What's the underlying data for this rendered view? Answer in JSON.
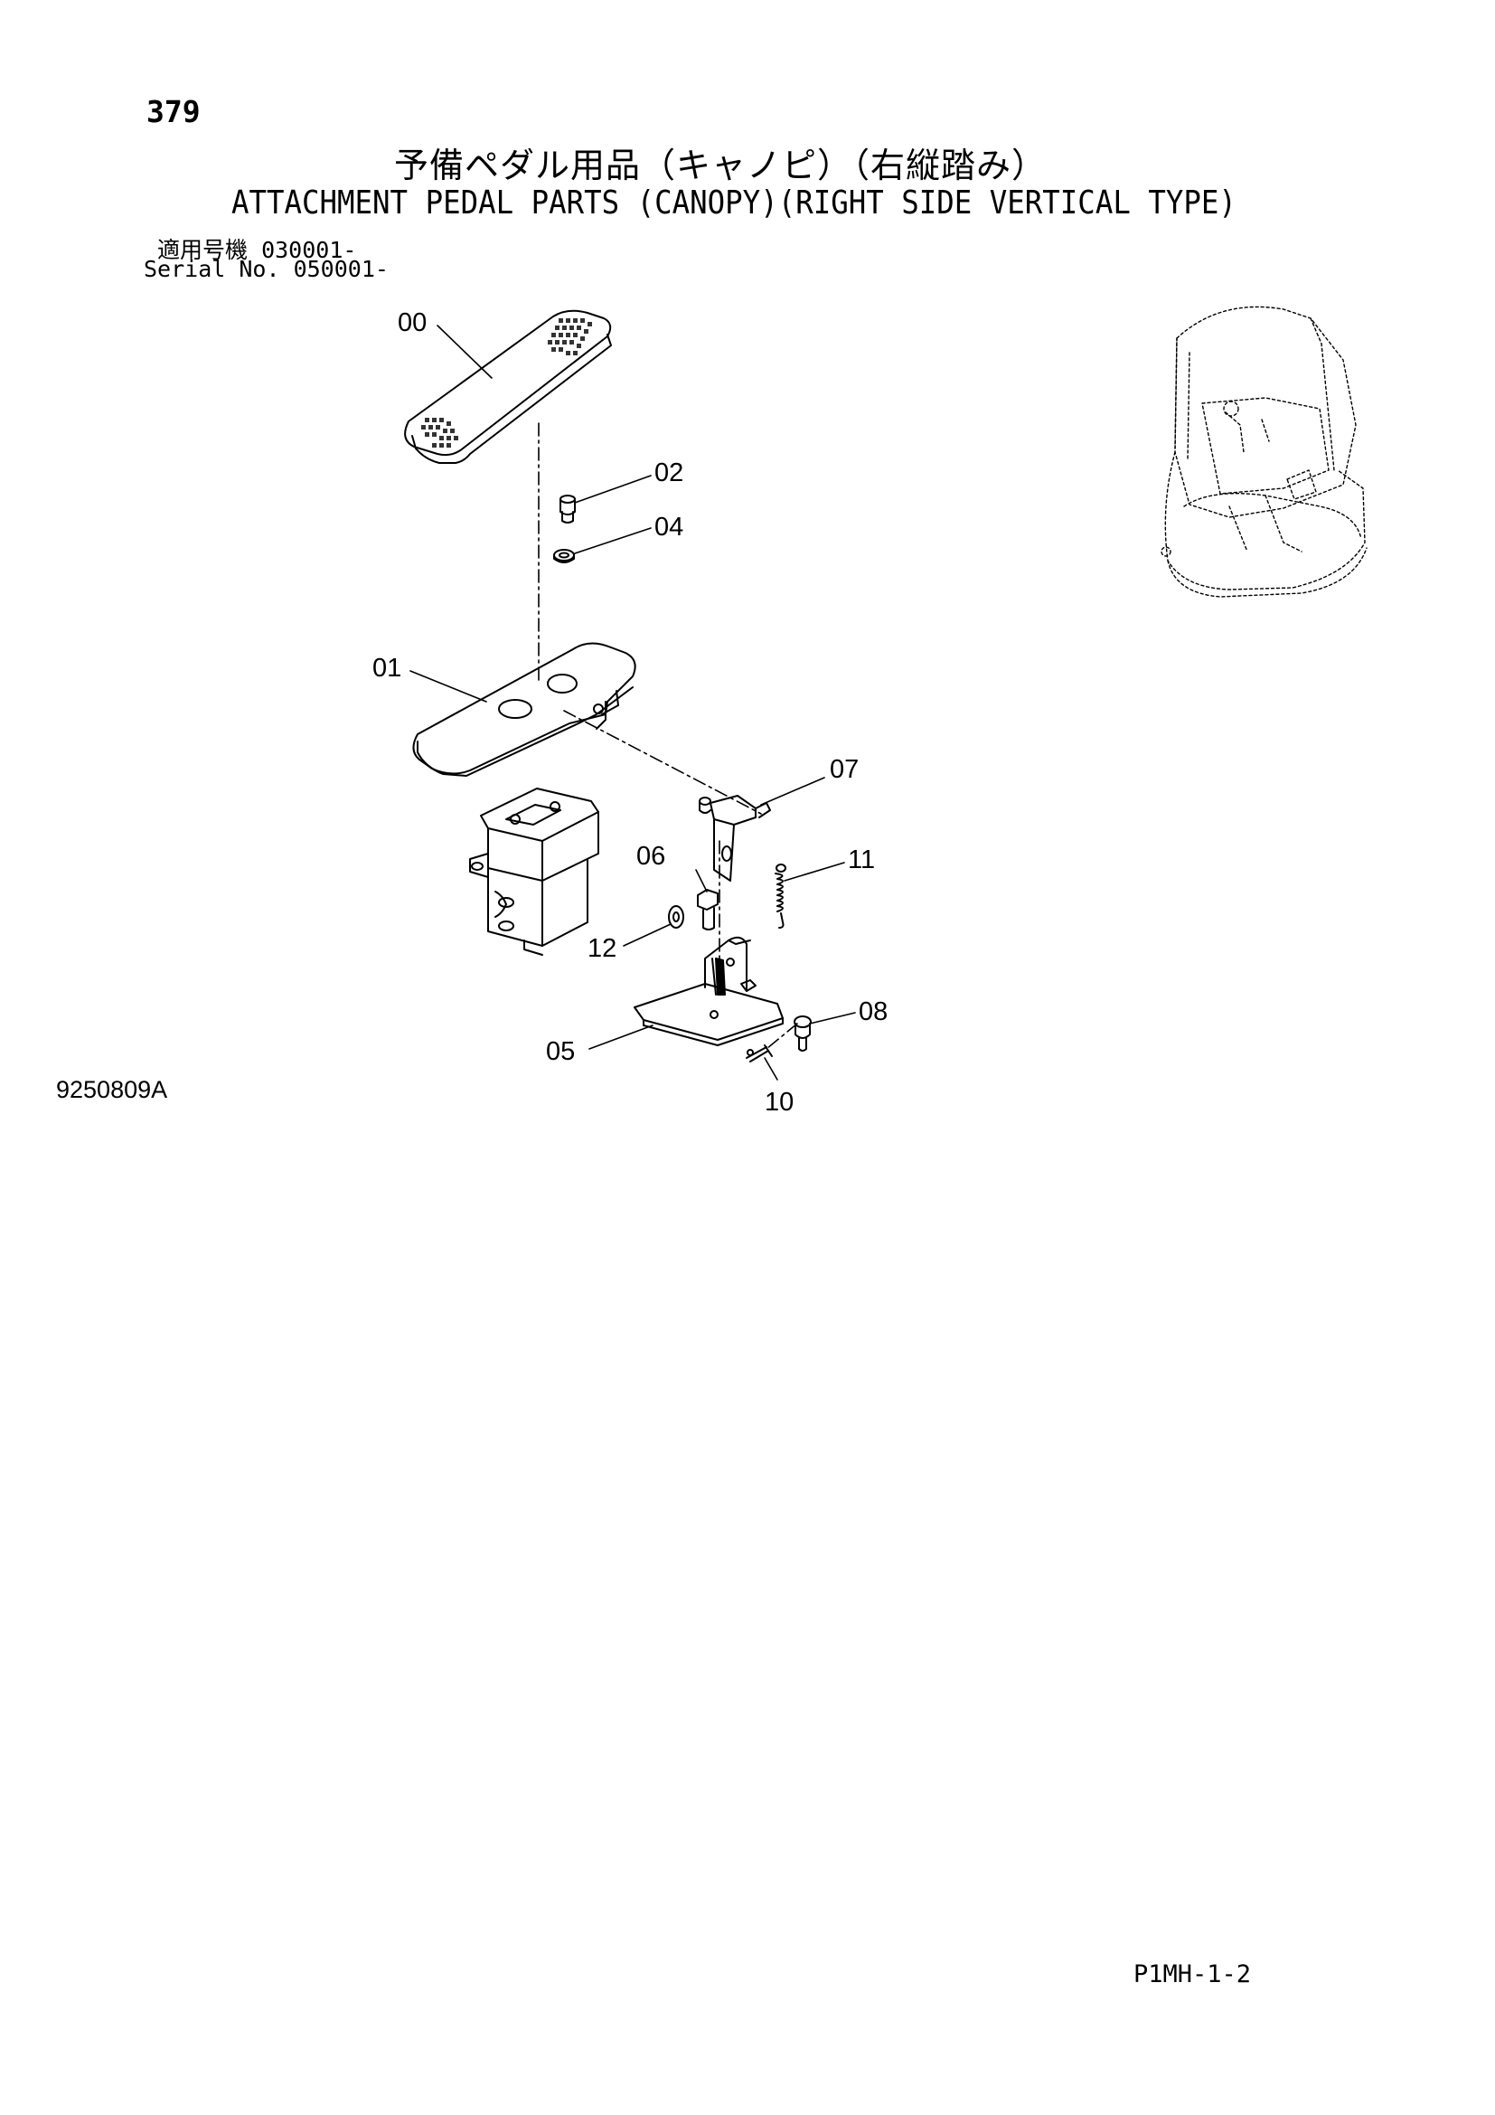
{
  "header": {
    "page_number": "379",
    "title_jp": "予備ペダル用品（キャノピ）（右縦踏み）",
    "title_en": "ATTACHMENT PEDAL PARTS (CANOPY)(RIGHT SIDE VERTICAL TYPE)",
    "serial_jp_label": "適用号機",
    "serial_jp_value": "030001-",
    "serial_en_label": "Serial No.",
    "serial_en_value": "050001-"
  },
  "callouts": [
    "00",
    "02",
    "04",
    "01",
    "07",
    "11",
    "06",
    "12",
    "08",
    "05",
    "10"
  ],
  "footer": {
    "drawing_code": "9250809A",
    "page_code": "P1MH-1-2"
  }
}
